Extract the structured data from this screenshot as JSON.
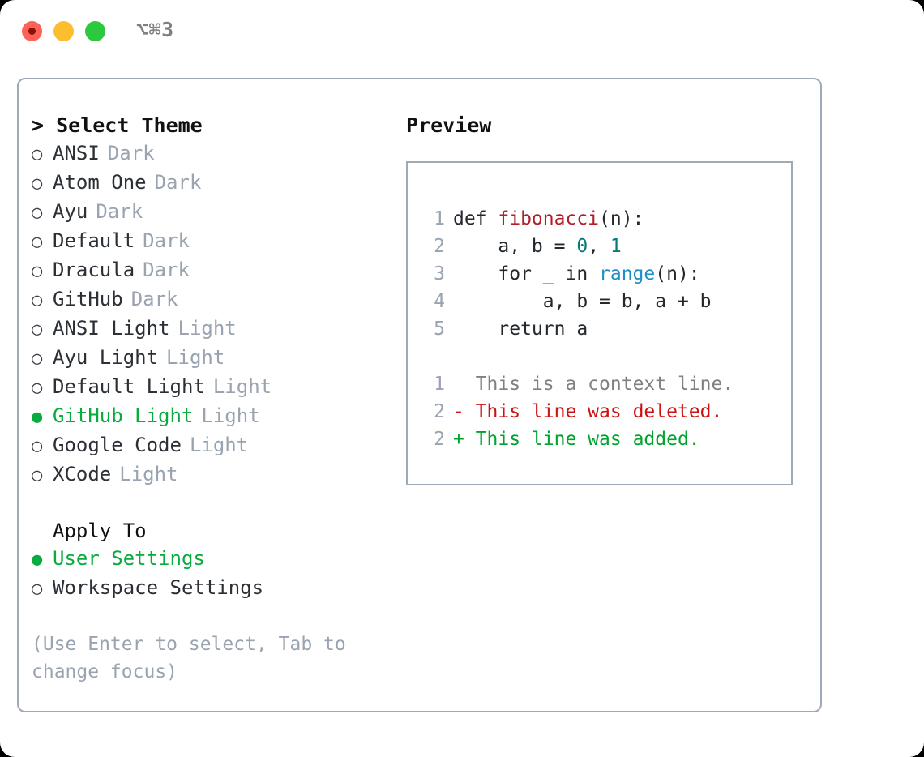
{
  "titlebar": {
    "shortcut": "⌥⌘3",
    "dots": [
      {
        "name": "close",
        "color": "#fd6157"
      },
      {
        "name": "minimize",
        "color": "#fbbe2f"
      },
      {
        "name": "zoom",
        "color": "#2bc840"
      }
    ]
  },
  "theme_list": {
    "header": "> Select Theme",
    "selected_marker": "●",
    "unselected_marker": "○",
    "items": [
      {
        "marker": "○",
        "name": "ANSI",
        "category": "Dark",
        "selected": false
      },
      {
        "marker": "○",
        "name": "Atom One",
        "category": "Dark",
        "selected": false
      },
      {
        "marker": "○",
        "name": "Ayu",
        "category": "Dark",
        "selected": false
      },
      {
        "marker": "○",
        "name": "Default",
        "category": "Dark",
        "selected": false
      },
      {
        "marker": "○",
        "name": "Dracula",
        "category": "Dark",
        "selected": false
      },
      {
        "marker": "○",
        "name": "GitHub",
        "category": "Dark",
        "selected": false
      },
      {
        "marker": "○",
        "name": "ANSI Light",
        "category": "Light",
        "selected": false
      },
      {
        "marker": "○",
        "name": "Ayu Light",
        "category": "Light",
        "selected": false
      },
      {
        "marker": "○",
        "name": "Default Light",
        "category": "Light",
        "selected": false
      },
      {
        "marker": "●",
        "name": "GitHub Light",
        "category": "Light",
        "selected": true
      },
      {
        "marker": "○",
        "name": "Google Code",
        "category": "Light",
        "selected": false
      },
      {
        "marker": "○",
        "name": "XCode",
        "category": "Light",
        "selected": false
      }
    ]
  },
  "apply_to": {
    "header": "Apply To",
    "items": [
      {
        "marker": "●",
        "label": "User Settings",
        "selected": true
      },
      {
        "marker": "○",
        "label": "Workspace Settings",
        "selected": false
      }
    ]
  },
  "hint": "(Use Enter to select, Tab to change focus)",
  "preview": {
    "title": "Preview",
    "code_lines": [
      {
        "number": "1",
        "segments": [
          {
            "text": "def ",
            "style": "plain"
          },
          {
            "text": "fibonacci",
            "style": "fn"
          },
          {
            "text": "(n):",
            "style": "plain"
          }
        ]
      },
      {
        "number": "2",
        "segments": [
          {
            "text": "    a, b = ",
            "style": "plain"
          },
          {
            "text": "0",
            "style": "num"
          },
          {
            "text": ", ",
            "style": "plain"
          },
          {
            "text": "1",
            "style": "num"
          }
        ]
      },
      {
        "number": "3",
        "segments": [
          {
            "text": "    for _ in ",
            "style": "plain"
          },
          {
            "text": "range",
            "style": "call"
          },
          {
            "text": "(n):",
            "style": "plain"
          }
        ]
      },
      {
        "number": "4",
        "segments": [
          {
            "text": "        a, b = b, a + b",
            "style": "plain"
          }
        ]
      },
      {
        "number": "5",
        "segments": [
          {
            "text": "    return a",
            "style": "plain"
          }
        ]
      }
    ],
    "diff_lines": [
      {
        "number": "1",
        "prefix": "  ",
        "text": "This is a context line.",
        "style": "ctx"
      },
      {
        "number": "2",
        "prefix": "- ",
        "text": "This line was deleted.",
        "style": "del"
      },
      {
        "number": "2",
        "prefix": "+ ",
        "text": "This line was added.",
        "style": "add"
      }
    ]
  },
  "colors": {
    "accent_green": "#09ab3e",
    "muted": "#9aa3b0",
    "border": "#9fa9b8",
    "diff_add": "#00a32e",
    "diff_del": "#cc1111",
    "syntax_fn": "#b31d28",
    "syntax_num": "#047b77",
    "syntax_call": "#1f8fc6"
  }
}
